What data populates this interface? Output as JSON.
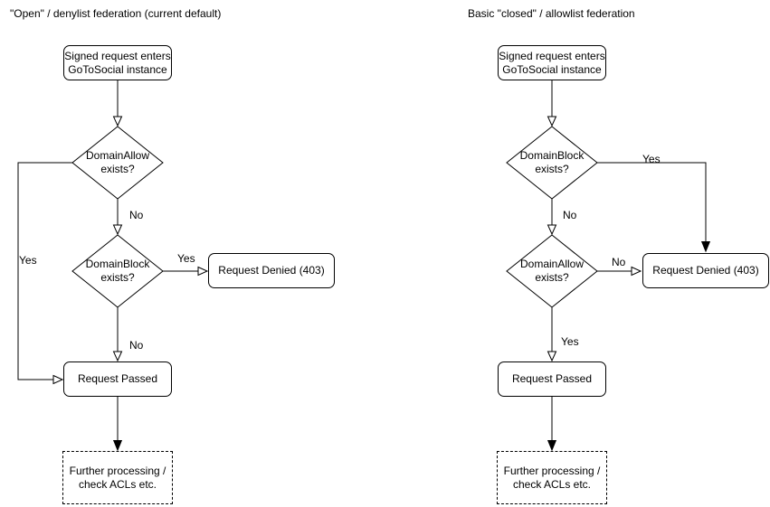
{
  "colors": {
    "line": "#000000",
    "shape_fill": "#ffffff",
    "text": "#000000",
    "background": "#ffffff"
  },
  "left": {
    "title": "\"Open\" / denylist federation (current default)",
    "nodes": {
      "entry": "Signed request enters\nGoToSocial instance",
      "decision_allow": "DomainAllow\nexists?",
      "decision_block": "DomainBlock\nexists?",
      "denied": "Request Denied (403)",
      "passed": "Request Passed",
      "further": "Further processing /\ncheck ACLs etc."
    },
    "edge_labels": {
      "allow_no": "No",
      "allow_yes": "Yes",
      "block_yes": "Yes",
      "block_no": "No"
    }
  },
  "right": {
    "title": "Basic \"closed\" / allowlist federation",
    "nodes": {
      "entry": "Signed request enters\nGoToSocial instance",
      "decision_block": "DomainBlock\nexists?",
      "decision_allow": "DomainAllow\nexists?",
      "denied": "Request Denied (403)",
      "passed": "Request Passed",
      "further": "Further processing /\ncheck ACLs etc."
    },
    "edge_labels": {
      "block_yes": "Yes",
      "block_no": "No",
      "allow_no": "No",
      "allow_yes": "Yes"
    }
  }
}
